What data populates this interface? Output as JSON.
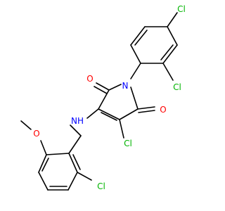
{
  "molecule": {
    "colors": {
      "bond": "#000000",
      "carbon": "#000000",
      "oxygen": "#ff0000",
      "nitrogen": "#0000ff",
      "chlorine": "#00b400"
    },
    "atoms": {
      "cl_top_right": "Cl",
      "cl_ortho": "Cl",
      "o_carbonyl_left": "O",
      "n_ring": "N",
      "o_carbonyl_right": "O",
      "cl_vinyl": "Cl",
      "nh": "NH",
      "o_methoxy": "O",
      "cl_bottom": "Cl"
    }
  }
}
